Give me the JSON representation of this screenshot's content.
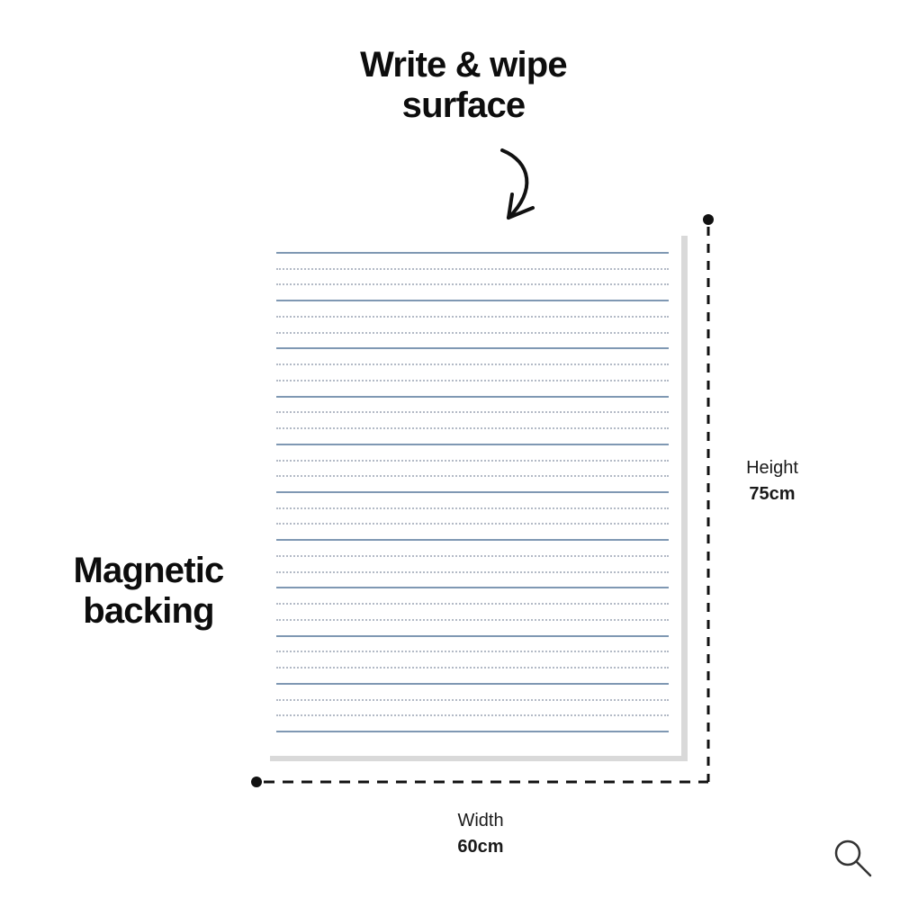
{
  "diagram": {
    "callout_top": {
      "line1": "Write & wipe",
      "line2": "surface"
    },
    "callout_left": {
      "line1": "Magnetic",
      "line2": "backing"
    },
    "height": {
      "name": "Height",
      "value": "75cm"
    },
    "width": {
      "name": "Width",
      "value": "60cm"
    },
    "sheet": {
      "solid_line_color": "#7f98b3",
      "dotted_line_color": "#b3bac6",
      "shadow_color": "#d9d9d9",
      "solid_lines": 11,
      "dotted_lines_between": 2
    },
    "arrow_icon": "curved-down-arrow-icon",
    "dimension_line_style": "dashed with dot endpoints"
  },
  "controls": {
    "zoom_icon": "magnifier-icon"
  }
}
